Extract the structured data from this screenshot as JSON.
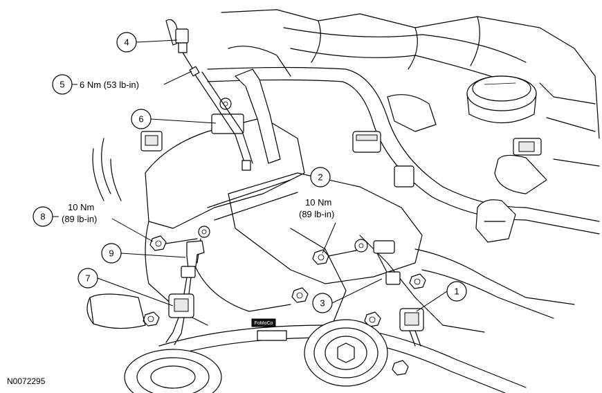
{
  "figure_id": "N0072295",
  "badge_text": "FoMoCo",
  "callouts": [
    {
      "number": "1",
      "label": ""
    },
    {
      "number": "2",
      "label_line1": "10 Nm",
      "label_line2": "(89 lb-in)"
    },
    {
      "number": "3",
      "label": ""
    },
    {
      "number": "4",
      "label": ""
    },
    {
      "number": "5",
      "label": "6 Nm (53 lb-in)"
    },
    {
      "number": "6",
      "label": ""
    },
    {
      "number": "7",
      "label": ""
    },
    {
      "number": "8",
      "label_line1": "10 Nm",
      "label_line2": "(89 lb-in)"
    },
    {
      "number": "9",
      "label": ""
    }
  ],
  "icons": [
    "engine-assembly-drawing",
    "sensor-connector-icon",
    "bolt-icon",
    "pulley-icon",
    "oil-fill-cap-icon"
  ]
}
